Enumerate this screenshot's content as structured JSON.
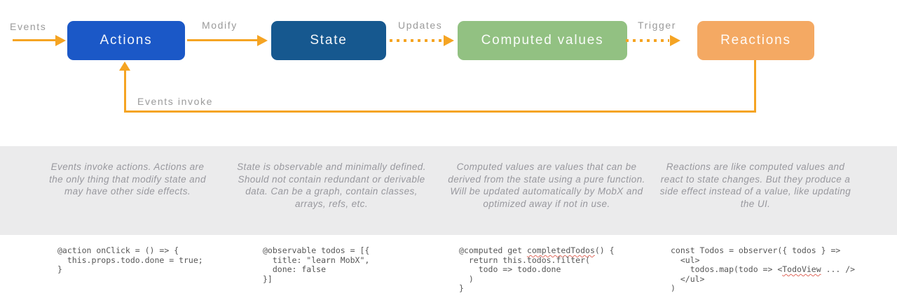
{
  "diagram": {
    "arrow_color": "#f5a423",
    "labels": {
      "events": "Events",
      "modify": "Modify",
      "updates": "Updates",
      "trigger": "Trigger",
      "events_invoke": "Events invoke"
    },
    "nodes": {
      "actions": {
        "label": "Actions",
        "color": "#1b58c7"
      },
      "state": {
        "label": "State",
        "color": "#16588f"
      },
      "computed": {
        "label": "Computed values",
        "color": "#92c182"
      },
      "reactions": {
        "label": "Reactions",
        "color": "#f4a963"
      }
    }
  },
  "descriptions": [
    {
      "text": "Events invoke actions. Actions are the only thing that modify state and may have other side effects."
    },
    {
      "text": "State is observable and minimally defined. Should not contain redundant or derivable data. Can be a graph, contain classes, arrays, refs, etc."
    },
    {
      "text": "Computed values are values that can be derived from the state using a pure function. Will be updated automatically by MobX and optimized away if not in use."
    },
    {
      "text": "Reactions are like computed values and react to state changes. But they produce a side effect instead of a value, like updating the UI."
    }
  ],
  "code_samples": [
    {
      "lines": [
        "@action onClick = () => {",
        "  this.props.todo.done = true;",
        "}"
      ],
      "squiggle": null
    },
    {
      "lines": [
        "@observable todos = [{",
        "  title: \"learn MobX\",",
        "  done: false",
        "}]"
      ],
      "squiggle": null
    },
    {
      "lines": [
        "@computed get completedTodos() {",
        "  return this.todos.filter(",
        "    todo => todo.done",
        "  )",
        "}"
      ],
      "squiggle": "completedTodos"
    },
    {
      "lines": [
        "const Todos = observer({ todos } =>",
        "  <ul>",
        "    todos.map(todo => <TodoView ... />",
        "  </ul>",
        ")"
      ],
      "squiggle": "TodoView"
    }
  ]
}
